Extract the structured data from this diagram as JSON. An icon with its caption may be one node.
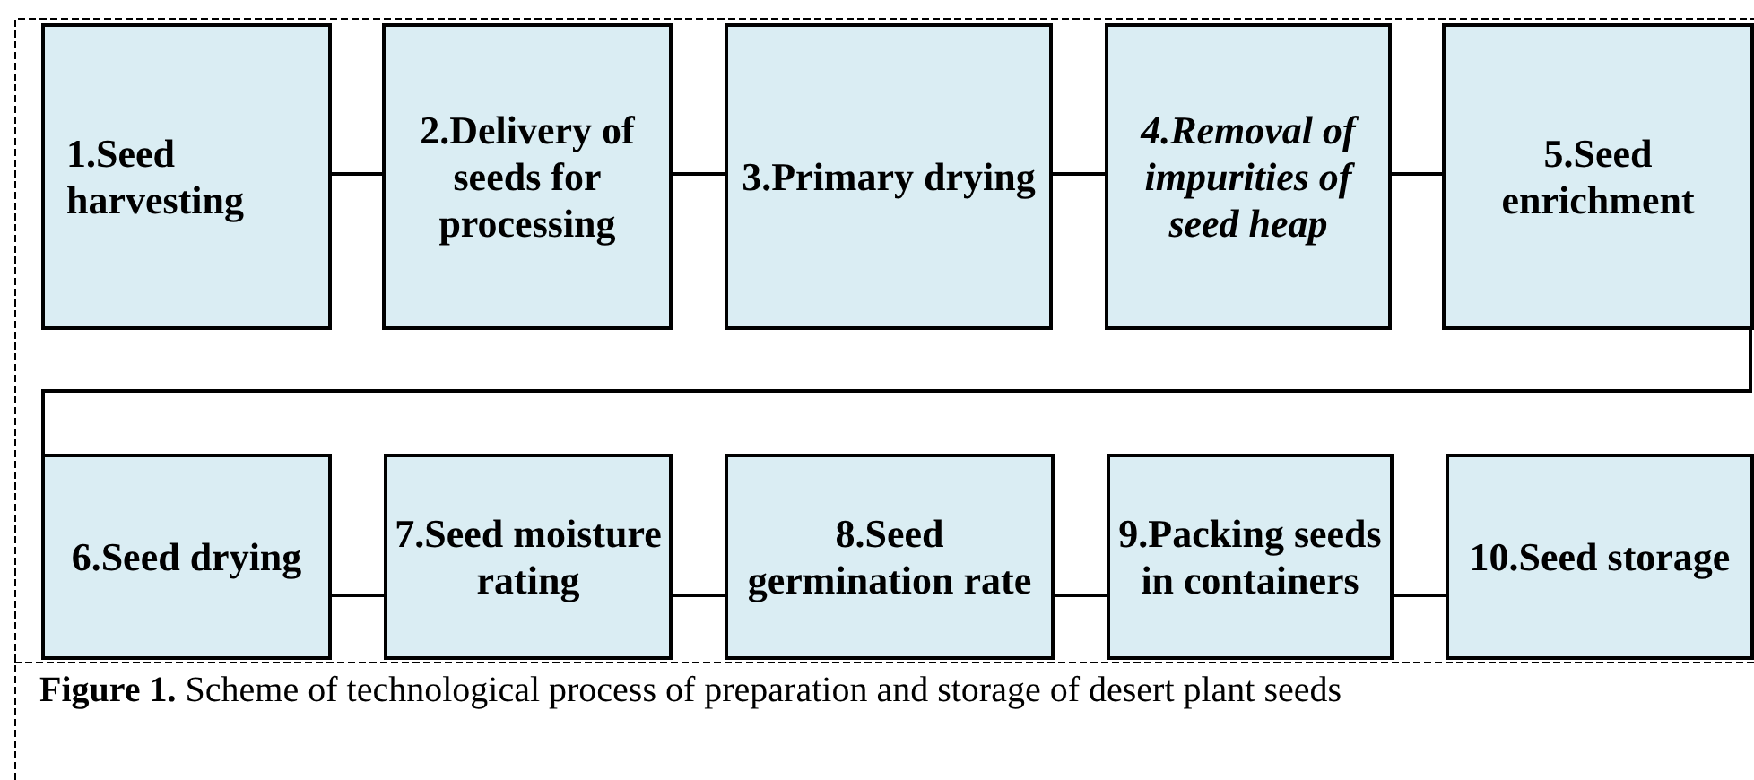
{
  "diagram": {
    "caption": "**Figure 1.** Scheme of technological process of preparation and storage of desert plant seeds",
    "nodes": [
      {
        "text": [
          "1.Seed harvesting"
        ]
      },
      {
        "text": [
          "2.Delivery of seeds for processing"
        ]
      },
      {
        "text": [
          "3.Primary drying"
        ]
      },
      {
        "text": [
          "4.Removal of impurities of seed heap"
        ]
      },
      {
        "text": [
          "5.Seed enrichment"
        ]
      },
      {
        "text": [
          "6.Seed drying"
        ]
      },
      {
        "text": [
          "7.Seed moisture rating"
        ]
      },
      {
        "text": [
          "8.Seed germination rate"
        ]
      },
      {
        "text": [
          "9.Packing seeds in containers"
        ]
      },
      {
        "text": [
          "10.Seed storage"
        ]
      }
    ],
    "edges": [
      {
        "from": 0,
        "to": 1,
        "arrow": "none"
      },
      {
        "from": 1,
        "to": 2,
        "arrow": "none"
      },
      {
        "from": 2,
        "to": 3,
        "arrow": "none"
      },
      {
        "from": 3,
        "to": 4,
        "arrow": "none"
      },
      {
        "from": 4,
        "to": 5,
        "arrow": "none"
      },
      {
        "from": 5,
        "to": 6,
        "arrow": "none"
      },
      {
        "from": 6,
        "to": 7,
        "arrow": "none"
      },
      {
        "from": 7,
        "to": 8,
        "arrow": "none"
      },
      {
        "from": 8,
        "to": 9,
        "arrow": "none"
      }
    ]
  }
}
